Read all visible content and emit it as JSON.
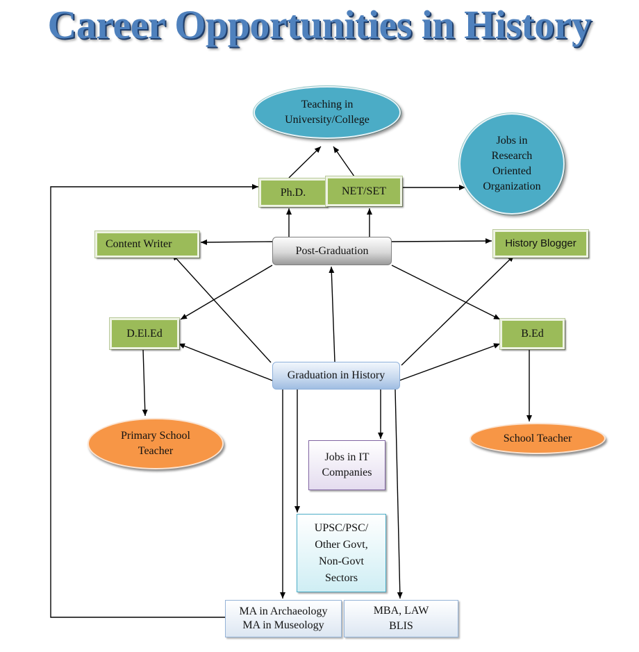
{
  "title": "Career Opportunities in History",
  "nodes": {
    "teaching": "Teaching in University/College",
    "research_jobs": "Jobs in Research Oriented Organization",
    "phd": "Ph.D.",
    "netset": "NET/SET",
    "content_writer": "Content Writer",
    "post_graduation": "Post-Graduation",
    "history_blogger": "History Blogger",
    "deled": "D.El.Ed",
    "bed": "B.Ed",
    "graduation": "Graduation in History",
    "primary_teacher": "Primary School Teacher",
    "school_teacher": "School Teacher",
    "it_jobs": "Jobs in IT Companies",
    "govt_sectors": "UPSC/PSC/ Other Govt, Non-Govt Sectors",
    "ma_archaeology": "MA in Archaeology",
    "ma_museology": "MA in Museology",
    "mba_law": "MBA, LAW",
    "blis": "BLIS"
  },
  "colors": {
    "title": "#4f81bd",
    "green_box": "#9bbb59",
    "teal_ellipse": "#4bacc6",
    "orange_ellipse": "#f79646",
    "arrow": "#000000"
  }
}
